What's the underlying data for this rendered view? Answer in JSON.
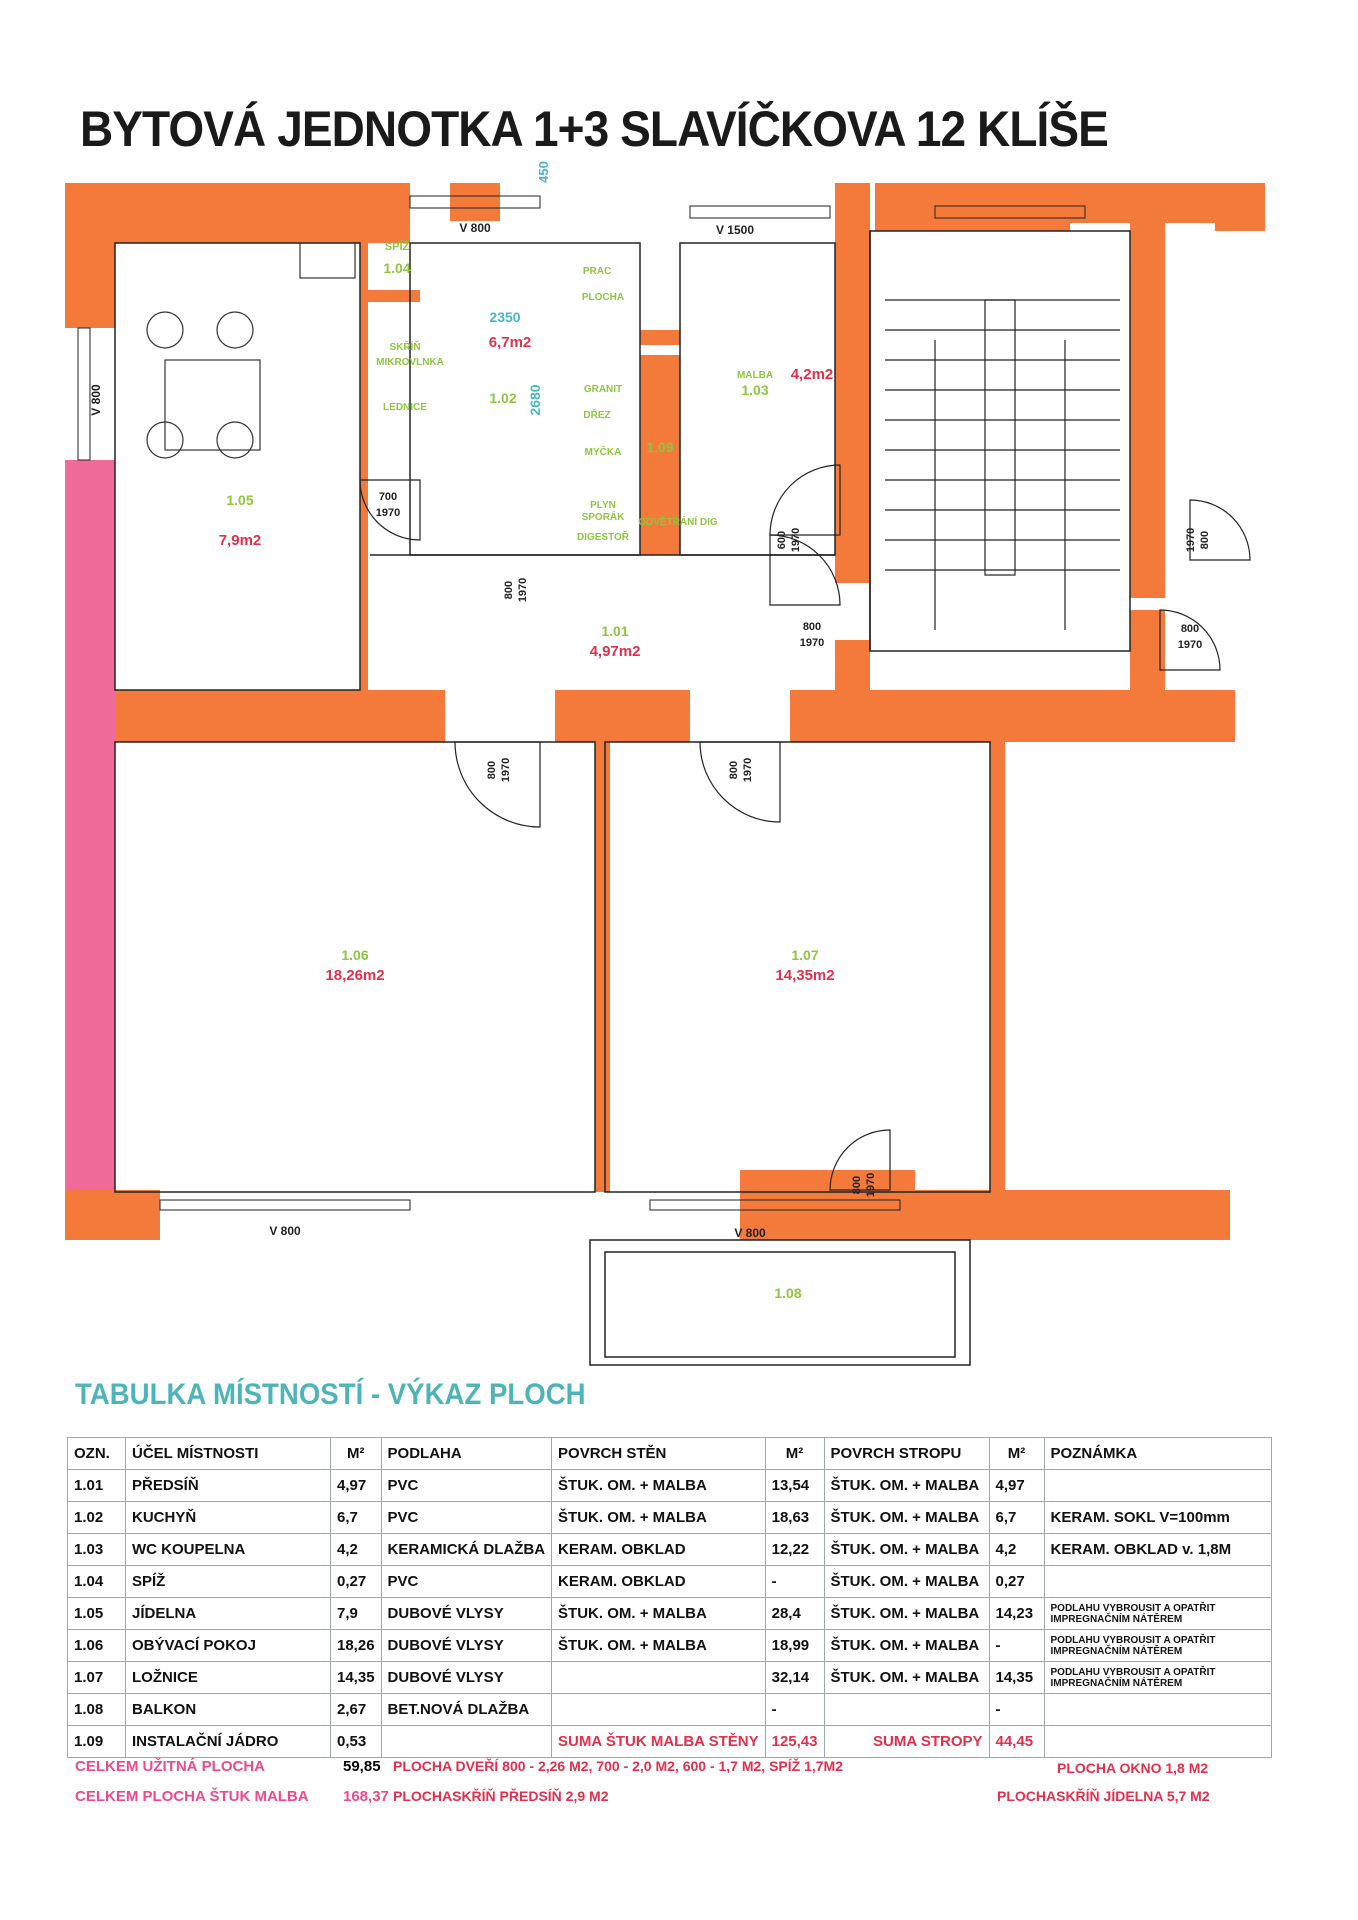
{
  "title": "BYTOVÁ JEDNOTKA 1+3 SLAVÍČKOVA 12 KLÍŠE",
  "colors": {
    "wall": "#f47a3c",
    "wall_pink": "#f06a9a",
    "room_label": "#8ec63f",
    "area_label": "#e0304a",
    "dim_label": "#45b8c4",
    "header": "#4fb4b8"
  },
  "plan": {
    "rooms": [
      {
        "id": "1.05",
        "area": "7,9m2"
      },
      {
        "id": "1.02",
        "area": "6,7m2"
      },
      {
        "id": "1.03",
        "area": "4,2m2",
        "name": "MALBA"
      },
      {
        "id": "1.04",
        "name": "SPÍŽ"
      },
      {
        "id": "1.01",
        "area": "4,97m2"
      },
      {
        "id": "1.06",
        "area": "18,26m2"
      },
      {
        "id": "1.07",
        "area": "14,35m2"
      },
      {
        "id": "1.08"
      },
      {
        "id": "1.09"
      }
    ],
    "kitchen_labels": [
      "PRAC",
      "PLOCHA",
      "SKŘÍŇ",
      "MIKROVLNKA",
      "LEDNICE",
      "GRANIT",
      "DŘEZ",
      "MYČKA",
      "PLYN",
      "SPORÁK",
      "DIGESTOŘ",
      "ODVĚTRÁNÍ DIG"
    ],
    "dims": {
      "d2350": "2350",
      "d2680": "2680",
      "d450": "450"
    },
    "windows": {
      "w1": "V 800",
      "w2": "V 1500",
      "w3": "V 800",
      "w4": "V 800",
      "w5": "V 800"
    },
    "doors": {
      "d700": "700",
      "d1970": "1970",
      "d800": "800",
      "d600": "600"
    }
  },
  "table_title": "TABULKA MÍSTNOSTÍ - VÝKAZ PLOCH",
  "table": {
    "headers": [
      "OZN.",
      "ÚČEL MÍSTNOSTI",
      "M²",
      "PODLAHA",
      "POVRCH STĚN",
      "M²",
      "POVRCH STROPU",
      "M²",
      "POZNÁMKA"
    ],
    "rows": [
      [
        "1.01",
        "PŘEDSÍŇ",
        "4,97",
        "PVC",
        "ŠTUK. OM. + MALBA",
        "13,54",
        "ŠTUK. OM. + MALBA",
        "4,97",
        ""
      ],
      [
        "1.02",
        "KUCHYŇ",
        "6,7",
        "PVC",
        "ŠTUK. OM. + MALBA",
        "18,63",
        "ŠTUK. OM. + MALBA",
        "6,7",
        "KERAM. SOKL V=100mm"
      ],
      [
        "1.03",
        "WC   KOUPELNA",
        "4,2",
        "KERAMICKÁ DLAŽBA",
        "KERAM. OBKLAD",
        "12,22",
        "ŠTUK. OM. + MALBA",
        "4,2",
        "KERAM. OBKLAD v. 1,8M"
      ],
      [
        "1.04",
        "SPÍŽ",
        "0,27",
        "PVC",
        "KERAM. OBKLAD",
        "-",
        "ŠTUK. OM. + MALBA",
        "0,27",
        ""
      ],
      [
        "1.05",
        "JÍDELNA",
        "7,9",
        "DUBOVÉ VLYSY",
        "ŠTUK. OM. + MALBA",
        "28,4",
        "ŠTUK. OM. + MALBA",
        "14,23",
        "PODLAHU VYBROUSIT A OPATŘIT IMPREGNAČNÍM NÁTĚREM"
      ],
      [
        "1.06",
        "OBÝVACÍ POKOJ",
        "18,26",
        "DUBOVÉ VLYSY",
        "ŠTUK. OM. + MALBA",
        "18,99",
        "ŠTUK. OM. + MALBA",
        "-",
        "PODLAHU VYBROUSIT A OPATŘIT IMPREGNAČNÍM NÁTĚREM"
      ],
      [
        "1.07",
        "LOŽNICE",
        "14,35",
        "DUBOVÉ VLYSY",
        "",
        "32,14",
        "ŠTUK. OM. + MALBA",
        "14,35",
        "PODLAHU VYBROUSIT A OPATŘIT IMPREGNAČNÍM NÁTĚREM"
      ],
      [
        "1.08",
        "BALKON",
        "2,67",
        "BET.NOVÁ DLAŽBA",
        "",
        "-",
        "",
        "-",
        ""
      ]
    ],
    "last_row": {
      "ozn": "1.09",
      "name": "INSTALAČNÍ JÁDRO",
      "m2": "0,53",
      "suma_walls_label": "SUMA ŠTUK MALBA STĚNY",
      "suma_walls": "125,43",
      "suma_ceil_label": "SUMA STROPY",
      "suma_ceil": "44,45"
    },
    "total1_label": "CELKEM UŽITNÁ PLOCHA",
    "total1": "59,85",
    "total2_label": "CELKEM PLOCHA ŠTUK MALBA",
    "total2": "168,37",
    "note_doors": "PLOCHA DVEŘÍ 800 - 2,26 M2, 700 - 2,0 M2, 600 - 1,7 M2, SPÍŽ 1,7M2",
    "note_closet_hall": "PLOCHASKŘÍŇ PŘEDSÍŇ 2,9 M2",
    "note_window": "PLOCHA OKNO 1,8 M2",
    "note_closet_dining": "PLOCHASKŘÍŇ JÍDELNA 5,7 M2"
  }
}
